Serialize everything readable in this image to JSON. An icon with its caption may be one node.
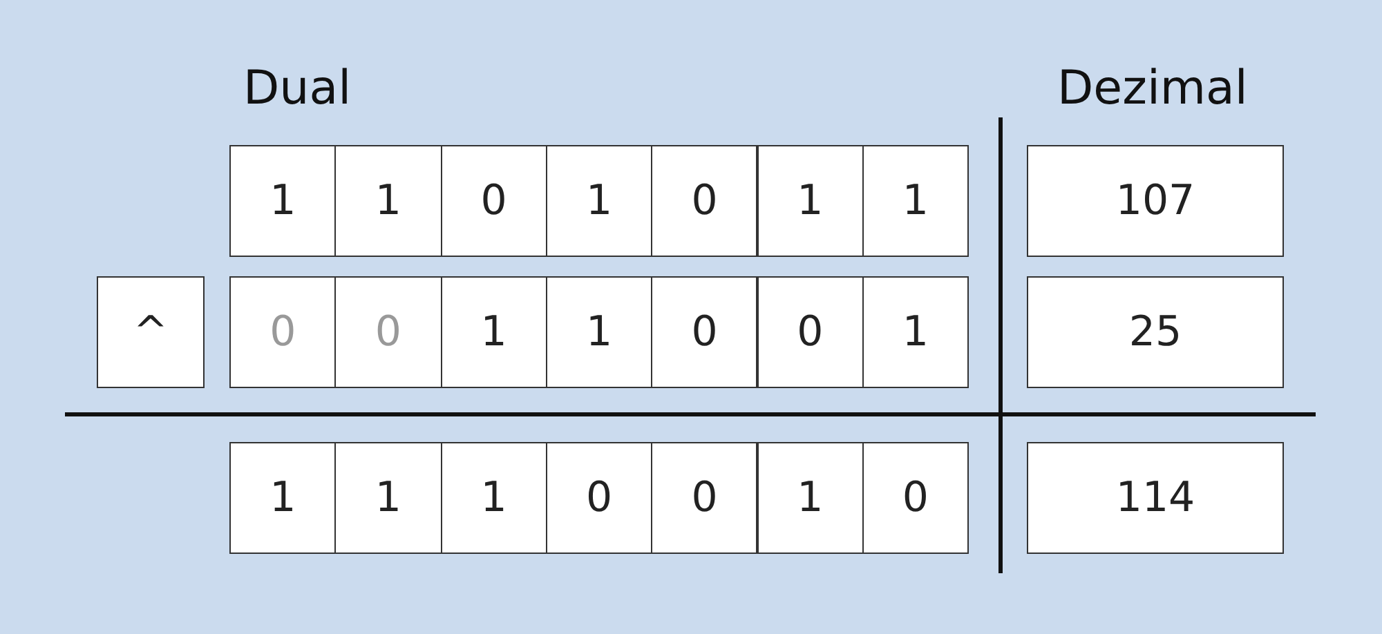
{
  "diagram": {
    "nodes": [
      {
        "text": [
          "1"
        ]
      },
      {
        "text": [
          "1"
        ]
      },
      {
        "text": [
          "0"
        ]
      },
      {
        "text": [
          "1"
        ]
      },
      {
        "text": [
          "0"
        ]
      },
      {
        "text": [
          "1"
        ]
      },
      {
        "text": [
          "1"
        ]
      },
      {
        "text": [
          "107"
        ]
      },
      {
        "text": [
          "^"
        ]
      },
      {
        "text": [
          "0"
        ]
      },
      {
        "text": [
          "0"
        ]
      },
      {
        "text": [
          "1"
        ]
      },
      {
        "text": [
          "1"
        ]
      },
      {
        "text": [
          "0"
        ]
      },
      {
        "text": [
          "0"
        ]
      },
      {
        "text": [
          "1"
        ]
      },
      {
        "text": [
          "25"
        ]
      },
      {
        "text": [
          "1"
        ]
      },
      {
        "text": [
          "1"
        ]
      },
      {
        "text": [
          "1"
        ]
      },
      {
        "text": [
          "0"
        ]
      },
      {
        "text": [
          "0"
        ]
      },
      {
        "text": [
          "1"
        ]
      },
      {
        "text": [
          "0"
        ]
      },
      {
        "text": [
          "114"
        ]
      }
    ],
    "edges": [],
    "labels": [
      "Dual",
      "Dezimal"
    ]
  }
}
